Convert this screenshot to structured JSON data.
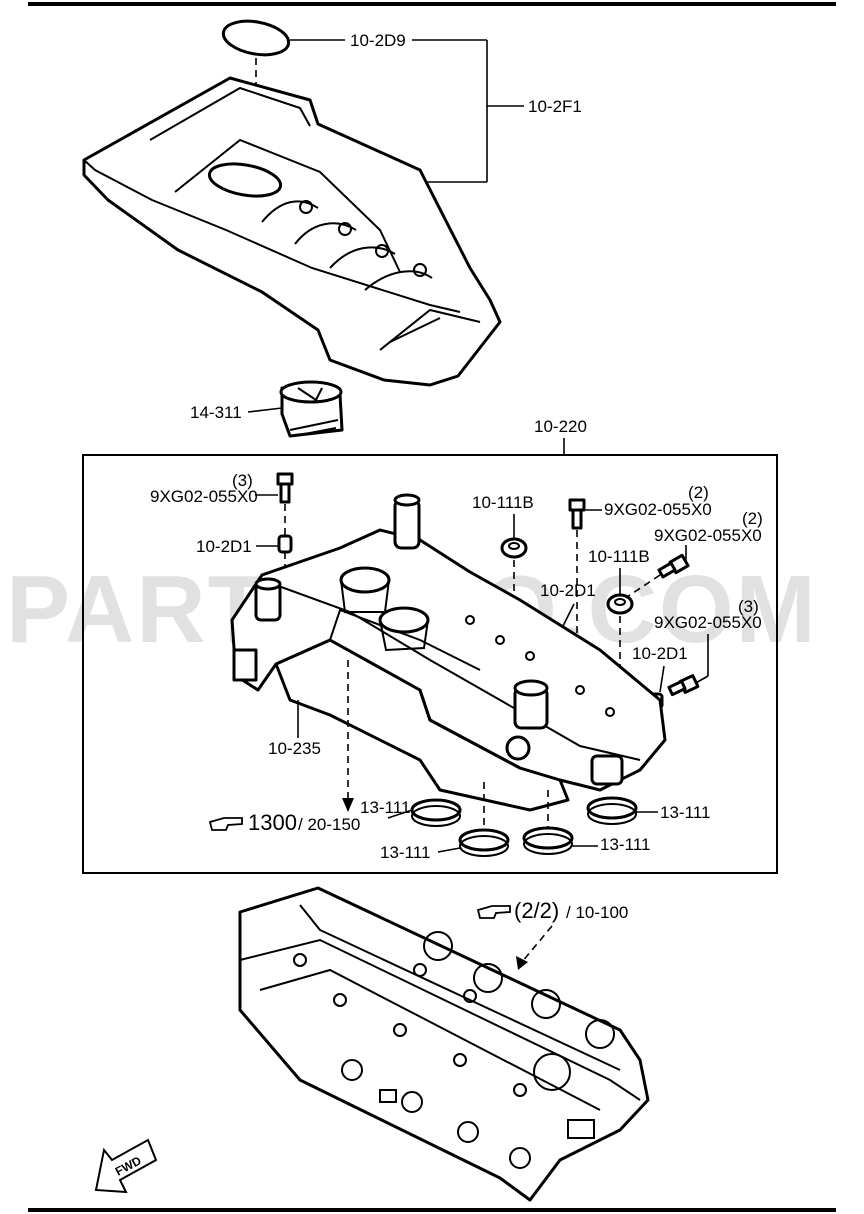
{
  "watermark": "PARTSOUQ.COM",
  "labels": {
    "cap": "10-2D9",
    "engine_cover": "10-2F1",
    "oil_filler_cap": "14-311",
    "cylinder_head_cover_assy": "10-220",
    "bolt_qty_left": "(3)",
    "bolt_left": "9XG02-055X0",
    "bush_left": "10-2D1",
    "grommet_top": "10-111B",
    "bolt_qty_top": "(2)",
    "bolt_top": "9XG02-055X0",
    "bolt_qty_right": "(2)",
    "bolt_right": "9XG02-055X0",
    "bush_mid": "10-2D1",
    "grommet_right": "10-111B",
    "bolt_qty_lower": "(3)",
    "bolt_lower": "9XG02-055X0",
    "bush_lower": "10-2D1",
    "gasket": "10-235",
    "seal_1": "13-111",
    "seal_2": "13-111",
    "seal_3": "13-111",
    "seal_4": "13-111",
    "ref_1_num": "1300",
    "ref_1_sub": "/ 20-150",
    "ref_2_num": "(2/2)",
    "ref_2_sub": "/ 10-100",
    "fwd": "FWD"
  },
  "icons": {
    "reference": "pointing-hand-icon",
    "direction": "fwd-arrow-icon"
  }
}
